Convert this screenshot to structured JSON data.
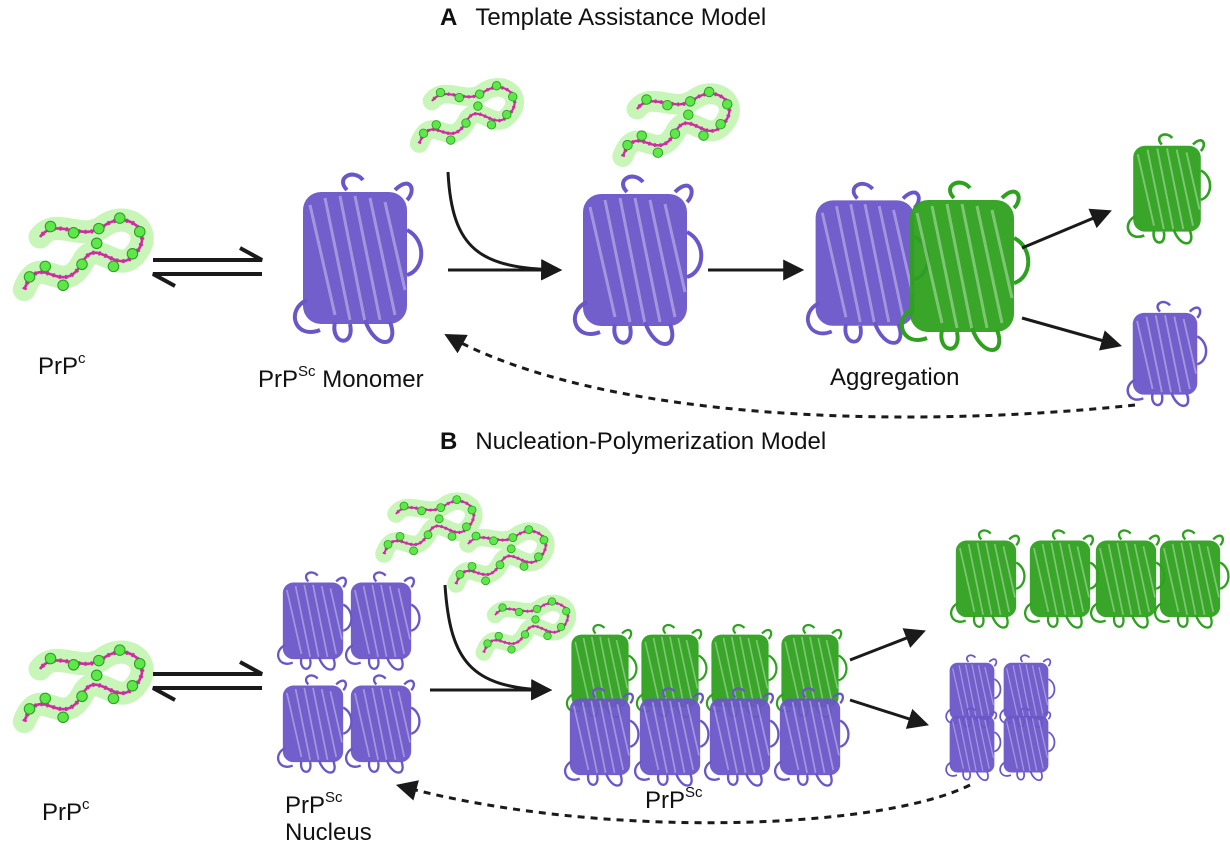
{
  "colors": {
    "prion": "#6a56c8",
    "prion_dark": "#3f2f9a",
    "converted": "#2ea11f",
    "converted_dark": "#1a6e12",
    "rna_backbone": "#d12aa6",
    "rna_bead": "#5de84a",
    "rna_glow": "#c8f5b8",
    "arrow": "#1a1a1a"
  },
  "panel_a": {
    "letter": "A",
    "title": "Template Assistance Model",
    "labels": {
      "prpc_base": "PrP",
      "prpc_sup": "c",
      "monomer_base": "PrP",
      "monomer_sup": "Sc",
      "monomer_rest": " Monomer",
      "aggregation": "Aggregation"
    }
  },
  "panel_b": {
    "letter": "B",
    "title": "Nucleation-Polymerization Model",
    "labels": {
      "prpc_base": "PrP",
      "prpc_sup": "c",
      "nucleus_base": "PrP",
      "nucleus_sup": "Sc",
      "nucleus_line2": "Nucleus",
      "fibril_base": "PrP",
      "fibril_sup": "Sc"
    }
  }
}
